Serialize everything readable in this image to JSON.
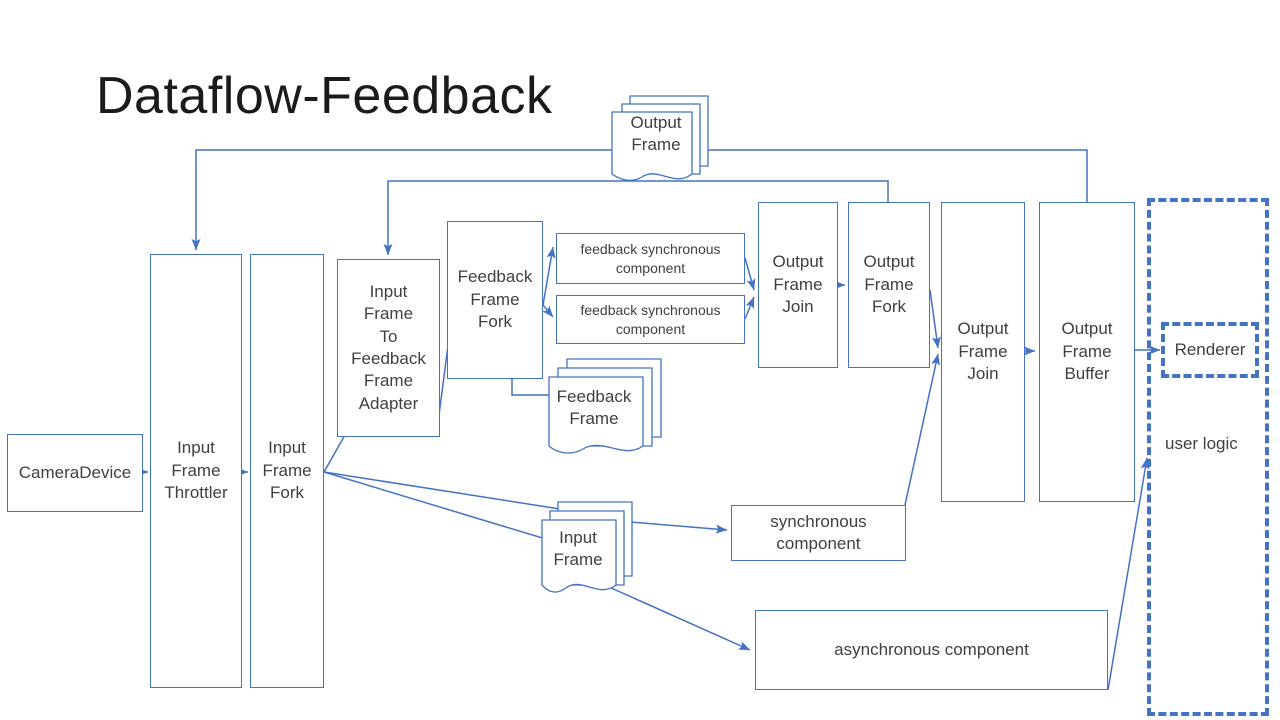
{
  "title": "Dataflow-Feedback",
  "colors": {
    "stroke": "#4472C4",
    "text": "#404040",
    "title": "#1b1b1b",
    "background": "#ffffff"
  },
  "nodes": {
    "camera_device": "CameraDevice",
    "input_frame_throttler": "Input\nFrame\nThrottler",
    "input_frame_fork": "Input\nFrame\nFork",
    "adapter": "Input\nFrame\nTo\nFeedback\nFrame\nAdapter",
    "feedback_frame_fork": "Feedback\nFrame\nFork",
    "feedback_sync_component_1": "feedback synchronous component",
    "feedback_sync_component_2": "feedback synchronous component",
    "output_frame_join_1": "Output\nFrame\nJoin",
    "output_frame_fork": "Output\nFrame\nFork",
    "output_frame_join_2": "Output\nFrame\nJoin",
    "output_frame_buffer": "Output\nFrame\nBuffer",
    "renderer": "Renderer",
    "synchronous_component": "synchronous\ncomponent",
    "asynchronous_component": "asynchronous component"
  },
  "documents": {
    "output_frame": "Output\nFrame",
    "feedback_frame": "Feedback\nFrame",
    "input_frame": "Input\nFrame"
  },
  "groups": {
    "user_logic": "user logic"
  }
}
